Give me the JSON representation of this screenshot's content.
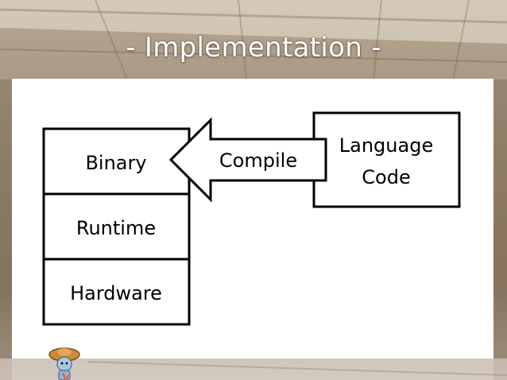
{
  "slide": {
    "title": "- Implementation -"
  },
  "diagram": {
    "stack": [
      "Binary",
      "Runtime",
      "Hardware"
    ],
    "arrow_label": "Compile",
    "source_lines": [
      "Language",
      "Code"
    ]
  },
  "colors": {
    "panel": "#ffffff",
    "stroke": "#000000",
    "title": "#ffffff"
  },
  "icons": {
    "mascot": "cartoon-mascot-icon"
  }
}
